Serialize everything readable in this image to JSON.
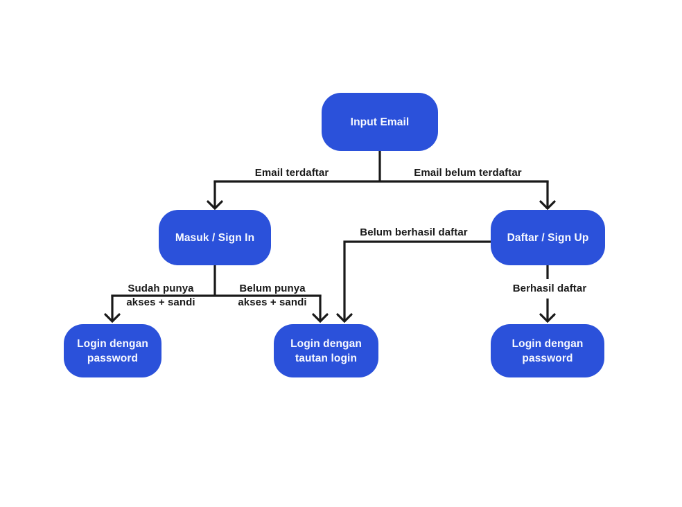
{
  "colors": {
    "accent": "#2b51da",
    "line": "#191919",
    "node_text": "#f7f9ff",
    "background": "#ffffff"
  },
  "nodes": {
    "input_email": {
      "label": "Input Email"
    },
    "sign_in": {
      "label": "Masuk / Sign In"
    },
    "sign_up": {
      "label": "Daftar / Sign Up"
    },
    "login_password_left": {
      "label": "Login dengan\npassword"
    },
    "login_magic_link": {
      "label": "Login dengan\ntautan login"
    },
    "login_password_right": {
      "label": "Login dengan\npassword"
    }
  },
  "edge_labels": {
    "email_registered": "Email terdaftar",
    "email_not_registered": "Email belum terdaftar",
    "has_access": "Sudah punya\nakses + sandi",
    "no_access": "Belum punya\nakses + sandi",
    "signup_failed": "Belum berhasil daftar",
    "signup_success": "Berhasil daftar"
  }
}
